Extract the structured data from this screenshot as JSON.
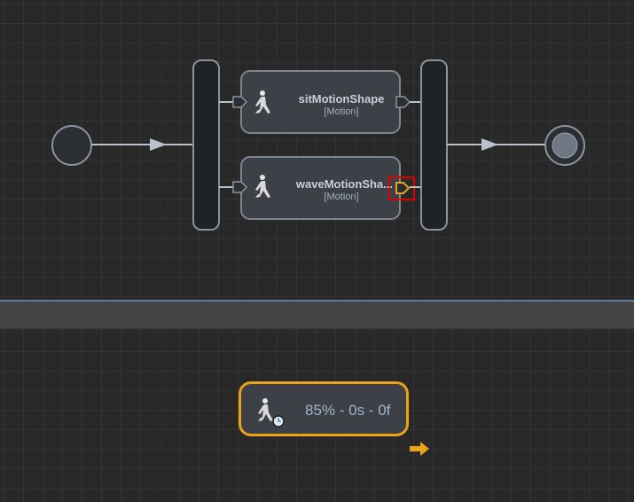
{
  "graph": {
    "nodes": [
      {
        "name": "sitMotionShape",
        "type": "[Motion]"
      },
      {
        "name": "waveMotionSha...",
        "type": "[Motion]"
      }
    ]
  },
  "state_panel": {
    "readout": "85% - 0s - 0f"
  },
  "colors": {
    "accent": "#e8a317",
    "selection": "#e00000",
    "node_bg": "#3d4047"
  }
}
